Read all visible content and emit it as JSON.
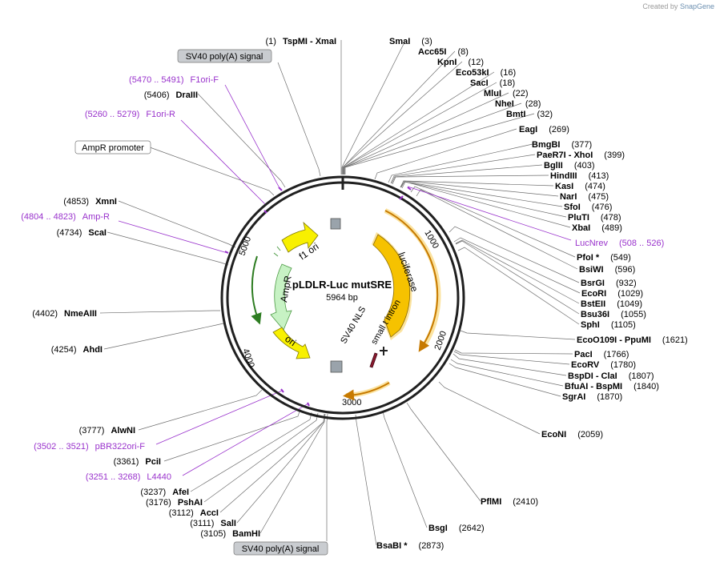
{
  "credit": {
    "prefix": "Created by",
    "brand": "SnapGene"
  },
  "plasmid": {
    "name": "pLDLR-Luc mutSRE",
    "length_label": "5964 bp",
    "length": 5964
  },
  "ticks": [
    "1000",
    "2000",
    "3000",
    "4000",
    "5000"
  ],
  "features": {
    "luciferase": "luciferase",
    "sv40_nls": "SV40 NLS",
    "small_t_intron": "small t intron",
    "ampr": "AmpR",
    "ori": "ori",
    "f1_ori": "f1 ori"
  },
  "boxes": {
    "sv40_top": "SV40 poly(A) signal",
    "ampr_promoter": "AmpR promoter",
    "sv40_bottom": "SV40 poly(A) signal"
  },
  "sites_right": [
    {
      "name": "SmaI",
      "pos": "(3)"
    },
    {
      "name": "Acc65I",
      "pos": "(8)"
    },
    {
      "name": "KpnI",
      "pos": "(12)"
    },
    {
      "name": "Eco53kI",
      "pos": "(16)"
    },
    {
      "name": "SacI",
      "pos": "(18)"
    },
    {
      "name": "MluI",
      "pos": "(22)"
    },
    {
      "name": "NheI",
      "pos": "(28)"
    },
    {
      "name": "BmtI",
      "pos": "(32)"
    },
    {
      "name": "EagI",
      "pos": "(269)"
    },
    {
      "name": "BmgBI",
      "pos": "(377)"
    },
    {
      "name": "PaeR7I  - XhoI",
      "pos": "(399)"
    },
    {
      "name": "BglII",
      "pos": "(403)"
    },
    {
      "name": "HindIII",
      "pos": "(413)"
    },
    {
      "name": "KasI",
      "pos": "(474)"
    },
    {
      "name": "NarI",
      "pos": "(475)"
    },
    {
      "name": "SfoI",
      "pos": "(476)"
    },
    {
      "name": "PluTI",
      "pos": "(478)"
    },
    {
      "name": "XbaI",
      "pos": "(489)"
    },
    {
      "name": "PfoI *",
      "pos": "(549)"
    },
    {
      "name": "BsiWI",
      "pos": "(596)"
    },
    {
      "name": "BsrGI",
      "pos": "(932)"
    },
    {
      "name": "EcoRI",
      "pos": "(1029)"
    },
    {
      "name": "BstEII",
      "pos": "(1049)"
    },
    {
      "name": "Bsu36I",
      "pos": "(1055)"
    },
    {
      "name": "SphI",
      "pos": "(1105)"
    },
    {
      "name": "EcoO109I  - PpuMI",
      "pos": "(1621)"
    },
    {
      "name": "PacI",
      "pos": "(1766)"
    },
    {
      "name": "EcoRV",
      "pos": "(1780)"
    },
    {
      "name": "BspDI  - ClaI",
      "pos": "(1807)"
    },
    {
      "name": "BfuAI  - BspMI",
      "pos": "(1840)"
    },
    {
      "name": "SgrAI",
      "pos": "(1870)"
    },
    {
      "name": "EcoNI",
      "pos": "(2059)"
    },
    {
      "name": "PflMI",
      "pos": "(2410)"
    },
    {
      "name": "BsgI",
      "pos": "(2642)"
    },
    {
      "name": "BsaBI *",
      "pos": "(2873)"
    }
  ],
  "sites_left": [
    {
      "name": "TspMI  - XmaI",
      "pos": "(1)"
    },
    {
      "name": "DraIII",
      "pos": "(5406)"
    },
    {
      "name": "XmnI",
      "pos": "(4853)"
    },
    {
      "name": "ScaI",
      "pos": "(4734)"
    },
    {
      "name": "NmeAIII",
      "pos": "(4402)"
    },
    {
      "name": "AhdI",
      "pos": "(4254)"
    },
    {
      "name": "AlwNI",
      "pos": "(3777)"
    },
    {
      "name": "PciI",
      "pos": "(3361)"
    },
    {
      "name": "AfeI",
      "pos": "(3237)"
    },
    {
      "name": "PshAI",
      "pos": "(3176)"
    },
    {
      "name": "AccI",
      "pos": "(3112)"
    },
    {
      "name": "SalI",
      "pos": "(3111)"
    },
    {
      "name": "BamHI",
      "pos": "(3105)"
    }
  ],
  "primers": [
    {
      "range": "(5470 .. 5491)",
      "name": "F1ori-F"
    },
    {
      "range": "(5260 .. 5279)",
      "name": "F1ori-R"
    },
    {
      "range": "(4804 .. 4823)",
      "name": "Amp-R"
    },
    {
      "range": "(508 .. 526)",
      "name": "LucNrev"
    },
    {
      "range": "(3502 .. 3521)",
      "name": "pBR322ori-F"
    },
    {
      "range": "(3251 .. 3268)",
      "name": "L4440"
    }
  ],
  "colors": {
    "luciferase": "#f6c200",
    "luciferase_glow": "#fbe3a0",
    "f1_ori": "#f8f000",
    "ori": "#f8f000",
    "ampr": "#c7f2c4",
    "small_t_intron": "#8b1a2e",
    "primer": "#9932cc",
    "terminator": "#9aa3ab",
    "dark_green": "#2e7d22",
    "dark_orange": "#c77a00"
  }
}
